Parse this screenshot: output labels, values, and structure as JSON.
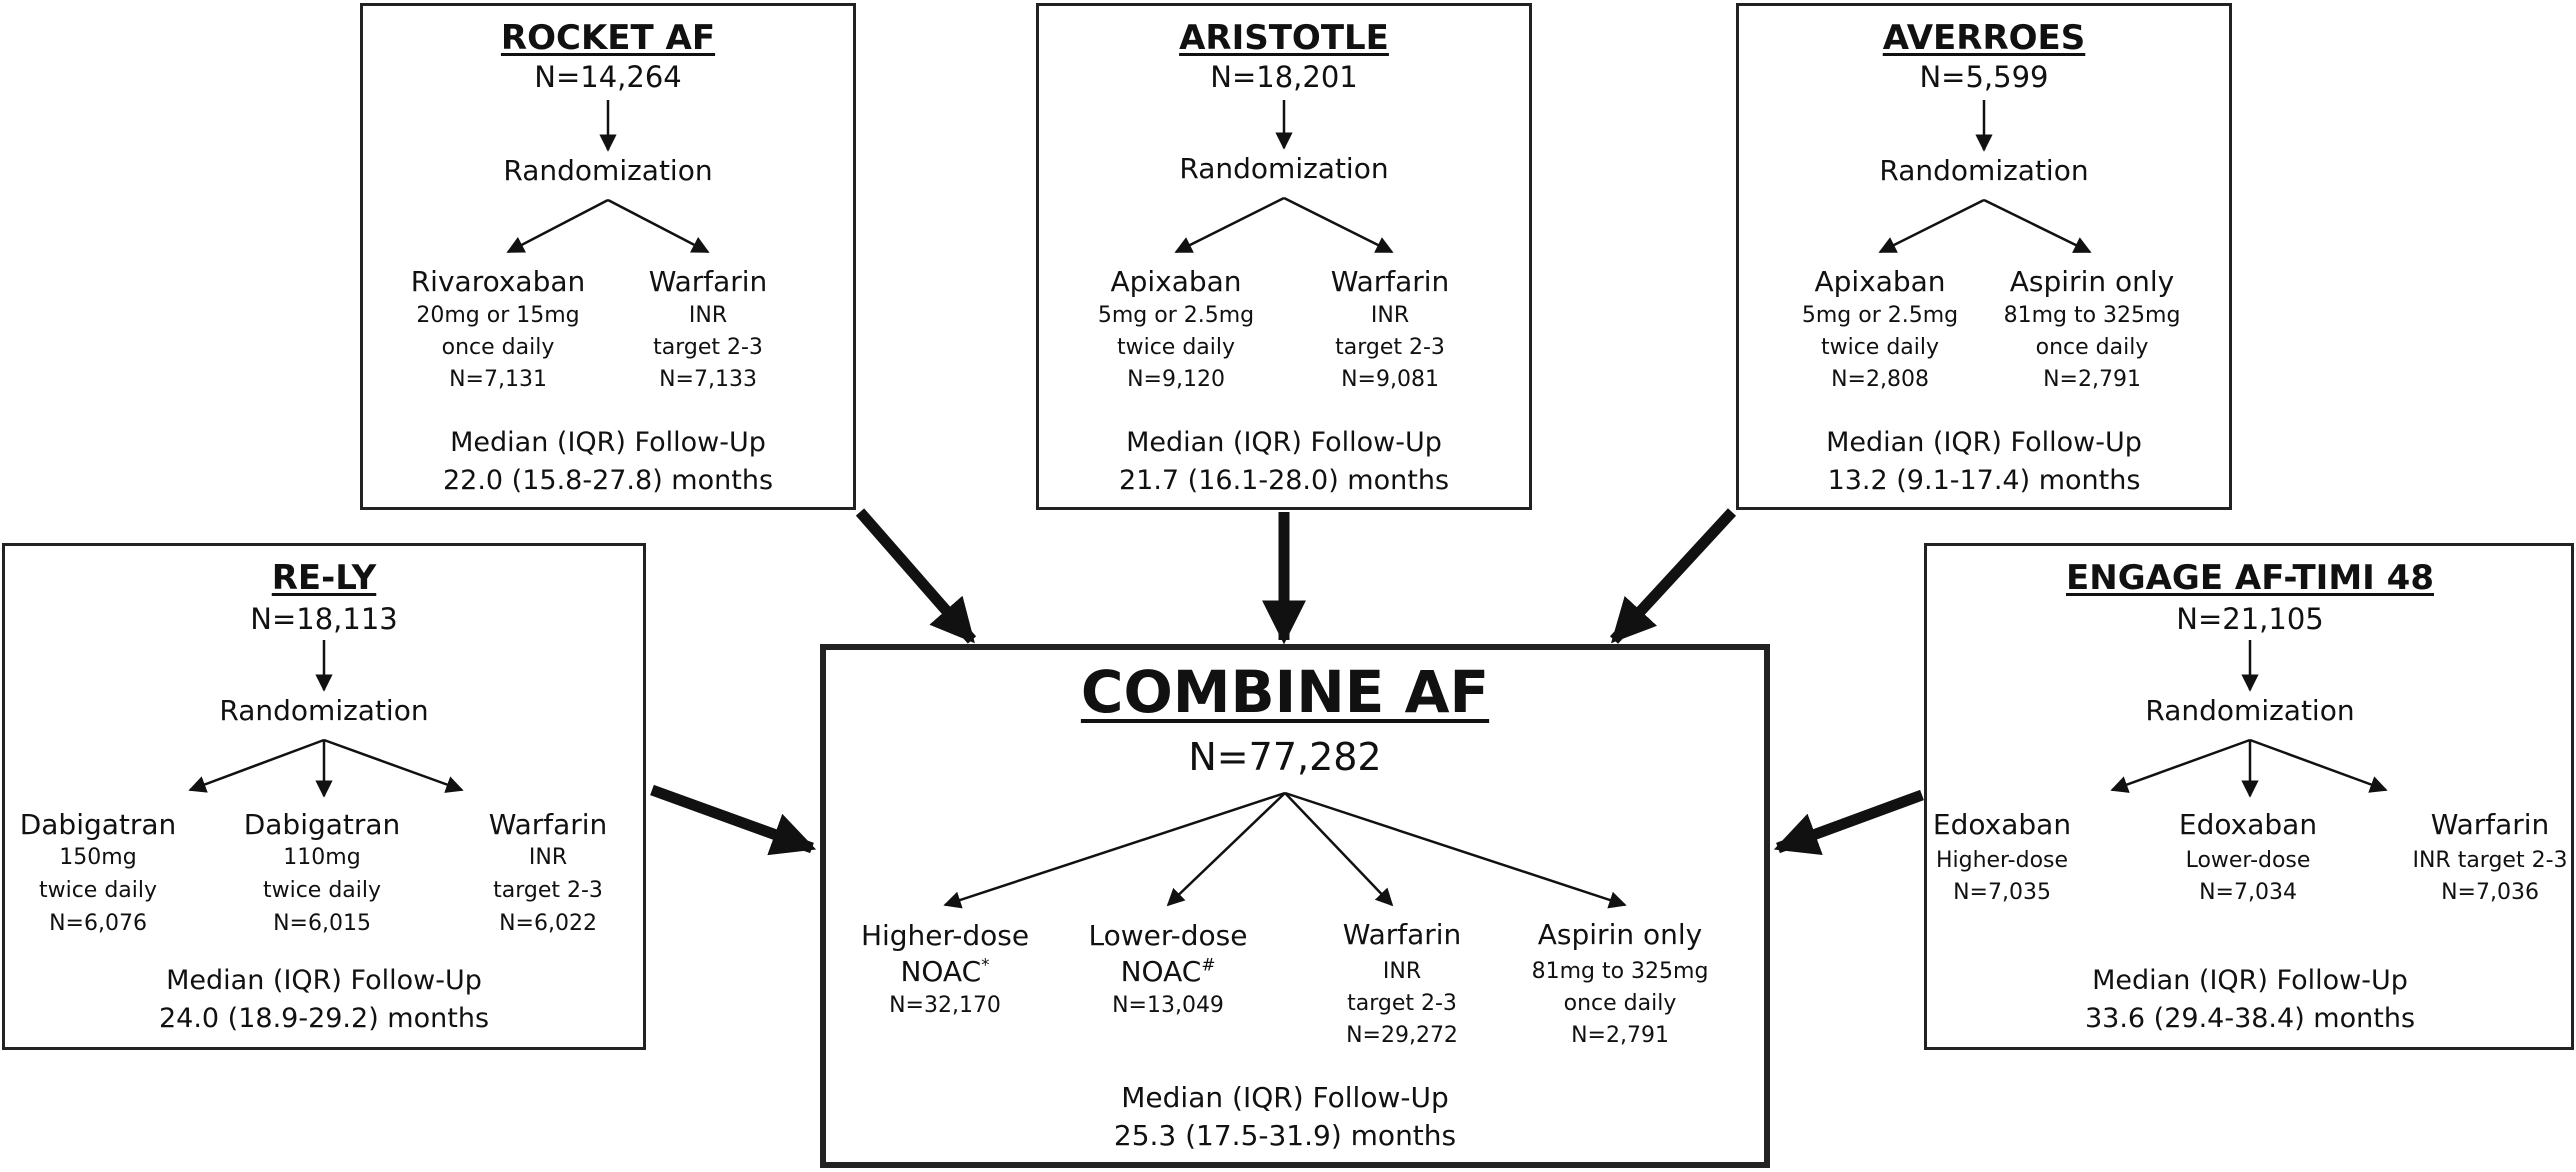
{
  "trials": [
    {
      "name": "ROCKET AF",
      "n": "N=14,264",
      "randomization": "Randomization",
      "arms": [
        {
          "drug": "Rivaroxaban",
          "lines": [
            "20mg or 15mg",
            "once daily",
            "N=7,131"
          ]
        },
        {
          "drug": "Warfarin",
          "lines": [
            "INR",
            "target 2-3",
            "N=7,133"
          ]
        }
      ],
      "followup_label": "Median (IQR) Follow-Up",
      "followup_value": "22.0 (15.8-27.8) months"
    },
    {
      "name": "ARISTOTLE",
      "n": "N=18,201",
      "randomization": "Randomization",
      "arms": [
        {
          "drug": "Apixaban",
          "lines": [
            "5mg or 2.5mg",
            "twice daily",
            "N=9,120"
          ]
        },
        {
          "drug": "Warfarin",
          "lines": [
            "INR",
            "target 2-3",
            "N=9,081"
          ]
        }
      ],
      "followup_label": "Median (IQR) Follow-Up",
      "followup_value": "21.7 (16.1-28.0) months"
    },
    {
      "name": "AVERROES",
      "n": "N=5,599",
      "randomization": "Randomization",
      "arms": [
        {
          "drug": "Apixaban",
          "lines": [
            "5mg or 2.5mg",
            "twice daily",
            "N=2,808"
          ]
        },
        {
          "drug": "Aspirin only",
          "lines": [
            "81mg to 325mg",
            "once daily",
            "N=2,791"
          ]
        }
      ],
      "followup_label": "Median (IQR) Follow-Up",
      "followup_value": "13.2 (9.1-17.4) months"
    },
    {
      "name": "RE-LY",
      "n": "N=18,113",
      "randomization": "Randomization",
      "arms": [
        {
          "drug": "Dabigatran",
          "lines": [
            "150mg",
            "twice daily",
            "N=6,076"
          ]
        },
        {
          "drug": "Dabigatran",
          "lines": [
            "110mg",
            "twice daily",
            "N=6,015"
          ]
        },
        {
          "drug": "Warfarin",
          "lines": [
            "INR",
            "target 2-3",
            "N=6,022"
          ]
        }
      ],
      "followup_label": "Median (IQR) Follow-Up",
      "followup_value": "24.0 (18.9-29.2) months"
    },
    {
      "name": "ENGAGE AF-TIMI 48",
      "n": "N=21,105",
      "randomization": "Randomization",
      "arms": [
        {
          "drug": "Edoxaban",
          "lines": [
            "Higher-dose",
            "N=7,035"
          ]
        },
        {
          "drug": "Edoxaban",
          "lines": [
            "Lower-dose",
            "N=7,034"
          ]
        },
        {
          "drug": "Warfarin",
          "lines": [
            "INR target 2-3",
            "N=7,036"
          ]
        }
      ],
      "followup_label": "Median (IQR) Follow-Up",
      "followup_value": "33.6 (29.4-38.4) months"
    }
  ],
  "combine": {
    "name": "COMBINE AF",
    "n": "N=77,282",
    "arms": [
      {
        "drug": "Higher-dose",
        "drug2": "NOAC",
        "mark": "*",
        "lines": [
          "N=32,170"
        ]
      },
      {
        "drug": "Lower-dose",
        "drug2": "NOAC",
        "mark": "#",
        "lines": [
          "N=13,049"
        ]
      },
      {
        "drug": "Warfarin",
        "lines": [
          "INR",
          "target 2-3",
          "N=29,272"
        ]
      },
      {
        "drug": "Aspirin only",
        "lines": [
          "81mg to 325mg",
          "once daily",
          "N=2,791"
        ]
      }
    ],
    "followup_label": "Median (IQR) Follow-Up",
    "followup_value": "25.3 (17.5-31.9) months"
  }
}
